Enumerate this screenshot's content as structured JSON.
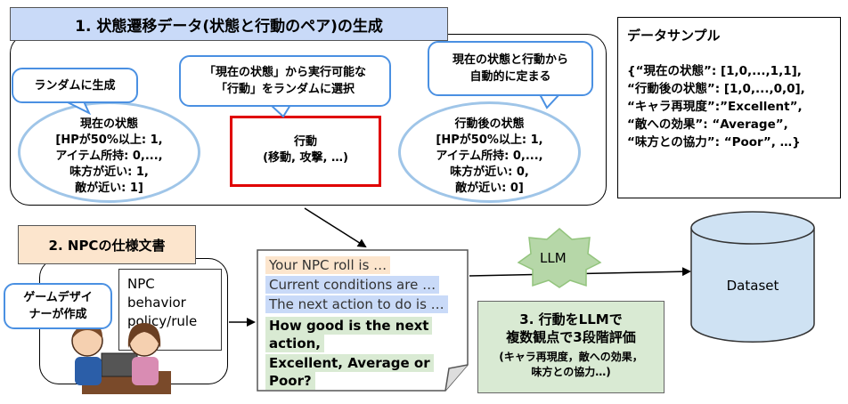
{
  "step1": {
    "title": "1. 状態遷移データ(状態と行動のペア)の生成",
    "current_state": {
      "label": "現在の状態",
      "lines": [
        "[HPが50%以上: 1,",
        "アイテム所持: 0,...,",
        "味方が近い: 1,",
        "敵が近い: 1]"
      ]
    },
    "action": {
      "label": "行動",
      "detail": "(移動, 攻撃, …)"
    },
    "next_state": {
      "label": "行動後の状態",
      "lines": [
        "[HPが50%以上: 1,",
        "アイテム所持: 0,...,",
        "味方が近い: 0,",
        "敵が近い: 0]"
      ]
    },
    "bubble_random": "ランダムに生成",
    "bubble_action": [
      "「現在の状態」から実行可能な",
      "「行動」をランダムに選択"
    ],
    "bubble_next": [
      "現在の状態と行動から",
      "自動的に定まる"
    ]
  },
  "sample": {
    "title": "データサンプル",
    "lines": [
      "{“現在の状態”: [1,0,...,1,1],",
      "“行動後の状態”: [1,0,...,0,0],",
      "“キャラ再現度”:”Excellent”,",
      "“敵への効果”: “Average”,",
      "“味方との協力”: “Poor”, …}"
    ]
  },
  "step2": {
    "title": "2. NPCの仕様文書",
    "policy_lines": [
      "NPC",
      "behavior",
      "policy/rule"
    ],
    "bubble_designer": [
      "ゲームデザイ",
      "ナーが作成"
    ]
  },
  "prompt": {
    "line1": "Your NPC roll is …",
    "line2": "Current conditions are …",
    "line3": "The next action to do is …",
    "question_lines": [
      "How good is the  next",
      "action,",
      "Excellent,  Average or",
      "Poor?"
    ]
  },
  "llm_label": "LLM",
  "step3": {
    "line1": "3. 行動をLLMで",
    "line2": "複数観点で3段階評価",
    "line3": "(キャラ再現度，敵への効果，",
    "line4": "味方との協力…)"
  },
  "dataset_label": "Dataset",
  "colors": {
    "title1_bg": "#c9daf8",
    "title2_bg": "#fce5cd",
    "step3_bg": "#d9ead3",
    "ellipse_border": "#9fc5e8",
    "action_border": "#e00000",
    "bubble_border": "#4a90e2",
    "llm_star": "#b6d7a8",
    "dataset_fill": "#cfe2f3"
  }
}
